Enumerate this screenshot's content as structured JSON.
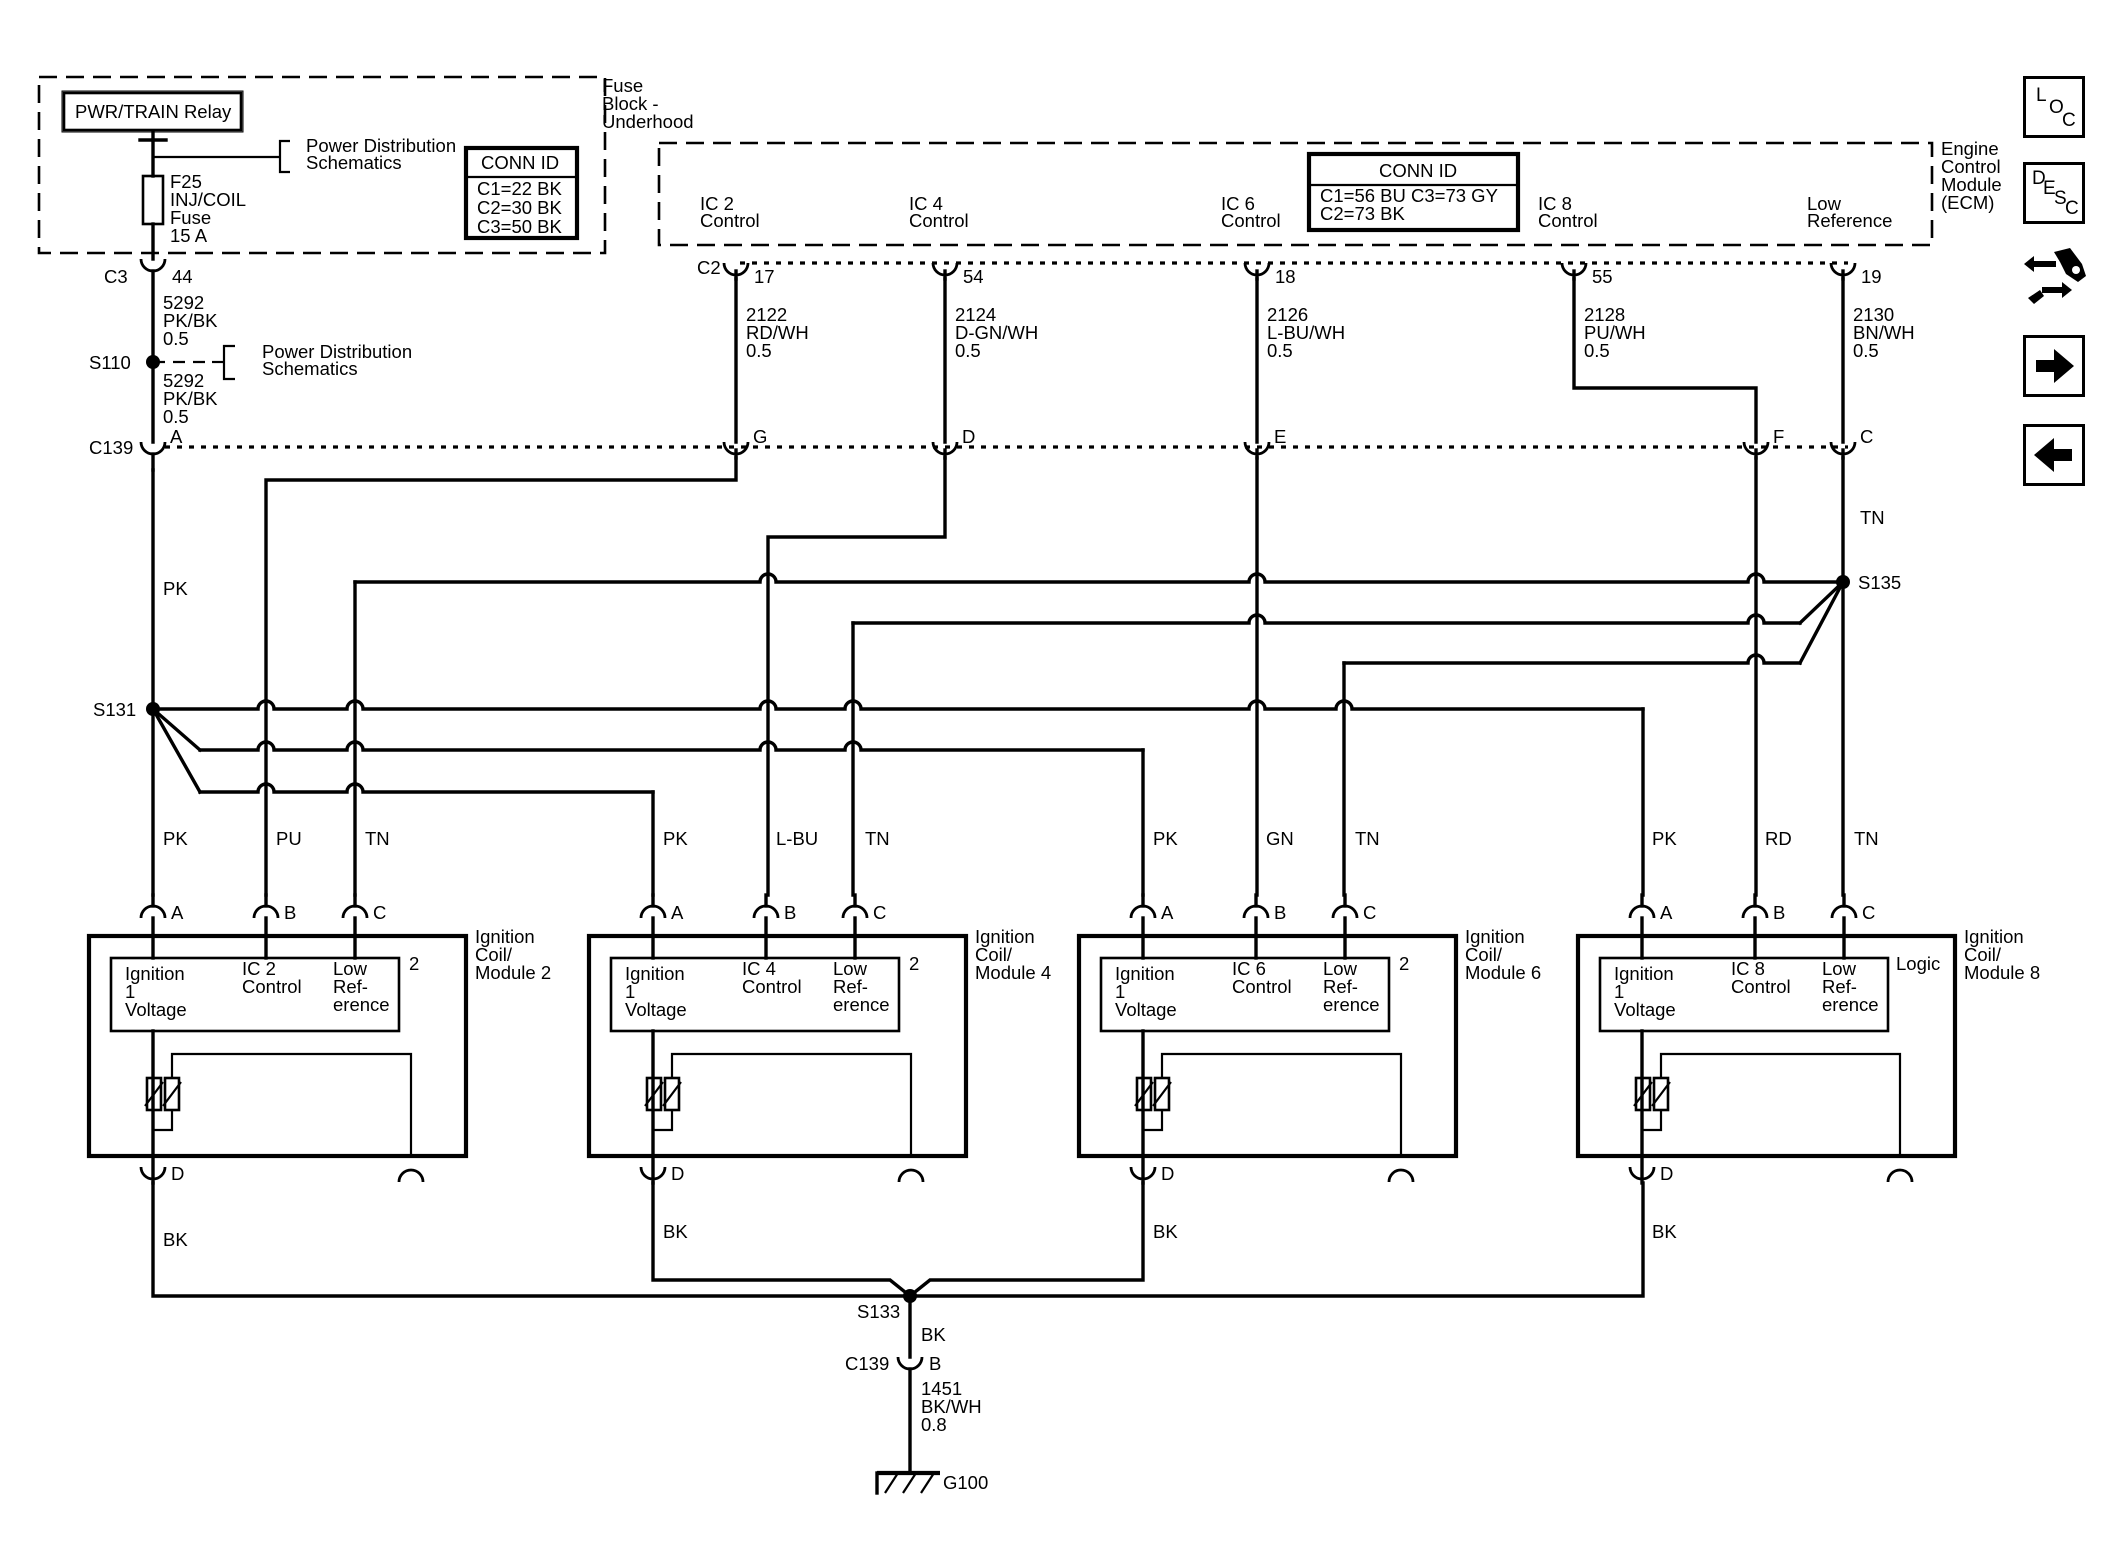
{
  "fuse_block": {
    "title": [
      "Fuse",
      "Block -",
      "Underhood"
    ],
    "relay": "PWR/TRAIN Relay",
    "power_dist_1": [
      "Power Distribution",
      "Schematics"
    ],
    "conn_id": {
      "title": "CONN ID",
      "lines": [
        "C1=22 BK",
        "C2=30 BK",
        "C3=50 BK"
      ]
    },
    "fuse": [
      "F25",
      "INJ/COIL",
      "Fuse",
      "15 A"
    ]
  },
  "feed": {
    "c3_label": "C3",
    "c3_pin": "44",
    "wire_top": [
      "5292",
      "PK/BK",
      "0.5"
    ],
    "splice_s110": "S110",
    "power_dist_2": [
      "Power Distribution",
      "Schematics"
    ],
    "wire_bottom": [
      "5292",
      "PK/BK",
      "0.5"
    ]
  },
  "ecm": {
    "title": [
      "Engine",
      "Control",
      "Module",
      "(ECM)"
    ],
    "conn_id": {
      "title": "CONN ID",
      "lines": [
        "C1=56 BU  C3=73 GY",
        "C2=73 BK"
      ]
    },
    "c2_label": "C2",
    "circuits": [
      {
        "name": [
          "IC 2",
          "Control"
        ],
        "pin": "17",
        "wire": [
          "2122",
          "RD/WH",
          "0.5"
        ],
        "c139_pin": "G"
      },
      {
        "name": [
          "IC 4",
          "Control"
        ],
        "pin": "54",
        "wire": [
          "2124",
          "D-GN/WH",
          "0.5"
        ],
        "c139_pin": "D"
      },
      {
        "name": [
          "IC 6",
          "Control"
        ],
        "pin": "18",
        "wire": [
          "2126",
          "L-BU/WH",
          "0.5"
        ],
        "c139_pin": "E"
      },
      {
        "name": [
          "IC 8",
          "Control"
        ],
        "pin": "55",
        "wire": [
          "2128",
          "PU/WH",
          "0.5"
        ],
        "c139_pin": "F"
      },
      {
        "name": [
          "Low",
          "Reference"
        ],
        "pin": "19",
        "wire": [
          "2130",
          "BN/WH",
          "0.5"
        ],
        "c139_pin": "C"
      }
    ]
  },
  "c139": {
    "label": "C139",
    "pin_a": "A"
  },
  "splices": {
    "s131": "S131",
    "s135": "S135",
    "s133": "S133"
  },
  "wire_colors": {
    "pk": "PK",
    "tn": "TN",
    "bk": "BK"
  },
  "coils": [
    {
      "title": [
        "Ignition",
        "Coil/",
        "Module 2"
      ],
      "wires": [
        "PK",
        "PU",
        "TN"
      ],
      "control": [
        "IC 2",
        "Control"
      ],
      "tag": "2"
    },
    {
      "title": [
        "Ignition",
        "Coil/",
        "Module 4"
      ],
      "wires": [
        "PK",
        "L-BU",
        "TN"
      ],
      "control": [
        "IC 4",
        "Control"
      ],
      "tag": "2"
    },
    {
      "title": [
        "Ignition",
        "Coil/",
        "Module 6"
      ],
      "wires": [
        "PK",
        "GN",
        "TN"
      ],
      "control": [
        "IC 6",
        "Control"
      ],
      "tag": "2"
    },
    {
      "title": [
        "Ignition",
        "Coil/",
        "Module 8"
      ],
      "wires": [
        "PK",
        "RD",
        "TN"
      ],
      "control": [
        "IC 8",
        "Control"
      ],
      "tag": "Logic"
    }
  ],
  "coil_common": {
    "pins": [
      "A",
      "B",
      "C"
    ],
    "pin_d": "D",
    "ign_voltage": [
      "Ignition",
      "1",
      "Voltage"
    ],
    "low_ref": [
      "Low",
      "Ref-",
      "erence"
    ]
  },
  "ground": {
    "c139_label": "C139",
    "c139_pin": "B",
    "wire": [
      "1451",
      "BK/WH",
      "0.8"
    ],
    "ground_id": "G100"
  },
  "nav": {
    "loc": [
      "L",
      "O",
      "C"
    ],
    "desc": [
      "D",
      "E",
      "S",
      "C"
    ],
    "buttons": [
      "loc-button",
      "desc-button",
      "connector-view-button",
      "next-button",
      "previous-button"
    ]
  }
}
